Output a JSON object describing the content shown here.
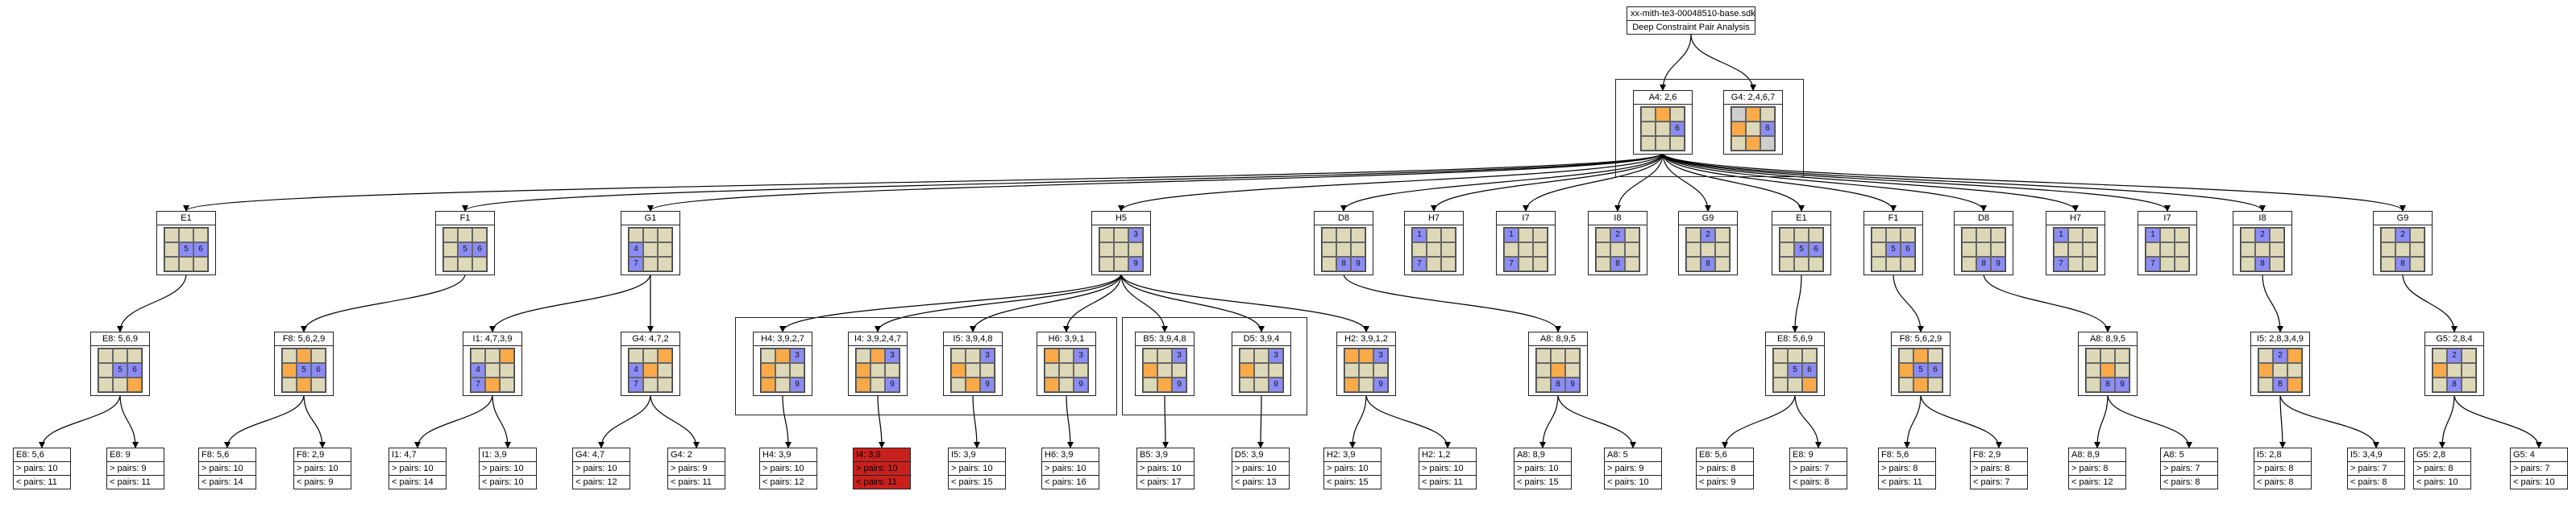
{
  "colors": {
    "tan": "#ddd8b8",
    "orange": "#fbaa4a",
    "blue": "#8c8cf7",
    "gray": "#cfcfcf",
    "red": "#c8211d"
  },
  "root": {
    "title": "xx-mith-te3-00048510-base.sdk",
    "subtitle": "Deep Constraint Pair Analysis"
  },
  "nodes": [
    {
      "id": "a4",
      "label": "A4: 2,6",
      "cells": [
        "t",
        "o",
        "t",
        "t",
        "t",
        "b:6",
        "t",
        "t",
        "t"
      ]
    },
    {
      "id": "g4t",
      "label": "G4: 2,4,6,7",
      "cells": [
        "g",
        "o",
        "t",
        "o",
        "t",
        "b:6",
        "t",
        "o",
        "g"
      ]
    },
    {
      "id": "e1a",
      "label": "E1",
      "cells": [
        "t",
        "t",
        "t",
        "t",
        "b:5",
        "b:6",
        "t",
        "t",
        "t"
      ]
    },
    {
      "id": "f1a",
      "label": "F1",
      "cells": [
        "t",
        "t",
        "t",
        "t",
        "b:5",
        "b:6",
        "t",
        "t",
        "t"
      ]
    },
    {
      "id": "g1",
      "label": "G1",
      "cells": [
        "t",
        "t",
        "t",
        "b:4",
        "t",
        "t",
        "b:7",
        "t",
        "t"
      ]
    },
    {
      "id": "h5",
      "label": "H5",
      "cells": [
        "t",
        "t",
        "b:3",
        "t",
        "t",
        "t",
        "t",
        "t",
        "b:9"
      ]
    },
    {
      "id": "d8a",
      "label": "D8",
      "cells": [
        "t",
        "t",
        "t",
        "t",
        "t",
        "t",
        "t",
        "b:8",
        "b:9"
      ]
    },
    {
      "id": "h7a",
      "label": "H7",
      "cells": [
        "b:1",
        "t",
        "t",
        "t",
        "t",
        "t",
        "b:7",
        "t",
        "t"
      ]
    },
    {
      "id": "i7a",
      "label": "I7",
      "cells": [
        "b:1",
        "t",
        "t",
        "t",
        "t",
        "t",
        "b:7",
        "t",
        "t"
      ]
    },
    {
      "id": "i8a",
      "label": "I8",
      "cells": [
        "t",
        "b:2",
        "t",
        "t",
        "t",
        "t",
        "t",
        "b:8",
        "t"
      ]
    },
    {
      "id": "g9a",
      "label": "G9",
      "cells": [
        "t",
        "b:2",
        "t",
        "t",
        "t",
        "t",
        "t",
        "b:8",
        "t"
      ]
    },
    {
      "id": "e1b",
      "label": "E1",
      "cells": [
        "t",
        "t",
        "t",
        "t",
        "b:5",
        "b:6",
        "t",
        "t",
        "t"
      ]
    },
    {
      "id": "f1b",
      "label": "F1",
      "cells": [
        "t",
        "t",
        "t",
        "t",
        "b:5",
        "b:6",
        "t",
        "t",
        "t"
      ]
    },
    {
      "id": "d8b",
      "label": "D8",
      "cells": [
        "t",
        "t",
        "t",
        "t",
        "t",
        "t",
        "t",
        "b:8",
        "b:9"
      ]
    },
    {
      "id": "h7b",
      "label": "H7",
      "cells": [
        "b:1",
        "t",
        "t",
        "t",
        "t",
        "t",
        "b:7",
        "t",
        "t"
      ]
    },
    {
      "id": "i7b",
      "label": "I7",
      "cells": [
        "b:1",
        "t",
        "t",
        "t",
        "t",
        "t",
        "b:7",
        "t",
        "t"
      ]
    },
    {
      "id": "i8b",
      "label": "I8",
      "cells": [
        "t",
        "b:2",
        "t",
        "t",
        "t",
        "t",
        "t",
        "b:8",
        "t"
      ]
    },
    {
      "id": "g9b",
      "label": "G9",
      "cells": [
        "t",
        "b:2",
        "t",
        "t",
        "t",
        "t",
        "t",
        "b:8",
        "t"
      ]
    },
    {
      "id": "e8a",
      "label": "E8: 5,6,9",
      "cells": [
        "t",
        "t",
        "t",
        "t",
        "b:5",
        "b:6",
        "t",
        "t",
        "o"
      ]
    },
    {
      "id": "f8a",
      "label": "F8: 5,6,2,9",
      "cells": [
        "t",
        "o",
        "t",
        "o",
        "b:5",
        "b:6",
        "t",
        "o",
        "t"
      ]
    },
    {
      "id": "i1",
      "label": "I1: 4,7,3,9",
      "cells": [
        "t",
        "t",
        "o",
        "b:4",
        "t",
        "t",
        "b:7",
        "o",
        "t"
      ]
    },
    {
      "id": "g4",
      "label": "G4: 4,7,2",
      "cells": [
        "t",
        "t",
        "o",
        "b:4",
        "o",
        "t",
        "b:7",
        "t",
        "t"
      ]
    },
    {
      "id": "h4",
      "label": "H4: 3,9,2,7",
      "cells": [
        "t",
        "o",
        "b:3",
        "o",
        "t",
        "t",
        "o",
        "t",
        "b:9"
      ]
    },
    {
      "id": "i4",
      "label": "I4: 3,9,2,4,7",
      "cells": [
        "t",
        "o",
        "b:3",
        "o",
        "t",
        "t",
        "o",
        "t",
        "b:9"
      ]
    },
    {
      "id": "i5",
      "label": "I5: 3,9,4,8",
      "cells": [
        "t",
        "t",
        "b:3",
        "o",
        "t",
        "t",
        "t",
        "o",
        "b:9"
      ]
    },
    {
      "id": "h6",
      "label": "H6: 3,9,1",
      "cells": [
        "o",
        "t",
        "b:3",
        "t",
        "t",
        "t",
        "o",
        "t",
        "b:9"
      ]
    },
    {
      "id": "b5",
      "label": "B5: 3,9,4,8",
      "cells": [
        "t",
        "t",
        "b:3",
        "o",
        "t",
        "t",
        "t",
        "o",
        "b:9"
      ]
    },
    {
      "id": "d5",
      "label": "D5: 3,9,4",
      "cells": [
        "t",
        "t",
        "b:3",
        "o",
        "t",
        "t",
        "t",
        "t",
        "b:9"
      ]
    },
    {
      "id": "h2",
      "label": "H2: 3,9,1,2",
      "cells": [
        "o",
        "o",
        "b:3",
        "t",
        "t",
        "t",
        "o",
        "t",
        "b:9"
      ]
    },
    {
      "id": "a8a",
      "label": "A8: 8,9,5",
      "cells": [
        "t",
        "t",
        "t",
        "t",
        "o",
        "t",
        "t",
        "b:8",
        "b:9"
      ]
    },
    {
      "id": "e8b",
      "label": "E8: 5,6,9",
      "cells": [
        "t",
        "t",
        "t",
        "t",
        "b:5",
        "b:6",
        "t",
        "t",
        "o"
      ]
    },
    {
      "id": "f8b",
      "label": "F8: 5,6,2,9",
      "cells": [
        "t",
        "o",
        "t",
        "o",
        "b:5",
        "b:6",
        "t",
        "o",
        "t"
      ]
    },
    {
      "id": "a8b",
      "label": "A8: 8,9,5",
      "cells": [
        "t",
        "t",
        "t",
        "t",
        "o",
        "t",
        "t",
        "b:8",
        "b:9"
      ]
    },
    {
      "id": "i5b",
      "label": "I5: 2,8,3,4,9",
      "cells": [
        "t",
        "b:2",
        "o",
        "o",
        "t",
        "t",
        "t",
        "b:8",
        "o"
      ]
    },
    {
      "id": "g5",
      "label": "G5: 2,8,4",
      "cells": [
        "t",
        "b:2",
        "t",
        "o",
        "t",
        "t",
        "t",
        "b:8",
        "t"
      ]
    }
  ],
  "leaves": [
    {
      "id": "l1",
      "title": "E8: 5,6",
      "gt": "> pairs: 10",
      "lt": "< pairs: 11"
    },
    {
      "id": "l2",
      "title": "E8: 9",
      "gt": "> pairs: 9",
      "lt": "< pairs: 11"
    },
    {
      "id": "l3",
      "title": "F8: 5,6",
      "gt": "> pairs: 10",
      "lt": "< pairs: 14"
    },
    {
      "id": "l4",
      "title": "F8: 2,9",
      "gt": "> pairs: 10",
      "lt": "< pairs: 9"
    },
    {
      "id": "l5",
      "title": "I1: 4,7",
      "gt": "> pairs: 10",
      "lt": "< pairs: 14"
    },
    {
      "id": "l6",
      "title": "I1: 3,9",
      "gt": "> pairs: 10",
      "lt": "< pairs: 10"
    },
    {
      "id": "l7",
      "title": "G4: 4,7",
      "gt": "> pairs: 10",
      "lt": "< pairs: 12"
    },
    {
      "id": "l8",
      "title": "G4: 2",
      "gt": "> pairs: 9",
      "lt": "< pairs: 11"
    },
    {
      "id": "l9",
      "title": "H4: 3,9",
      "gt": "> pairs: 10",
      "lt": "< pairs: 12"
    },
    {
      "id": "l10",
      "title": "I4: 3,9",
      "gt": "> pairs: 10",
      "lt": "< pairs: 11"
    },
    {
      "id": "l11",
      "title": "I5: 3,9",
      "gt": "> pairs: 10",
      "lt": "< pairs: 15"
    },
    {
      "id": "l12",
      "title": "H6: 3,9",
      "gt": "> pairs: 10",
      "lt": "< pairs: 16"
    },
    {
      "id": "l13",
      "title": "B5: 3,9",
      "gt": "> pairs: 10",
      "lt": "< pairs: 17"
    },
    {
      "id": "l14",
      "title": "D5: 3,9",
      "gt": "> pairs: 10",
      "lt": "< pairs: 13"
    },
    {
      "id": "l15",
      "title": "H2: 3,9",
      "gt": "> pairs: 10",
      "lt": "< pairs: 15"
    },
    {
      "id": "l16",
      "title": "H2: 1,2",
      "gt": "> pairs: 10",
      "lt": "< pairs: 11"
    },
    {
      "id": "l17",
      "title": "A8: 8,9",
      "gt": "> pairs: 10",
      "lt": "< pairs: 15"
    },
    {
      "id": "l18",
      "title": "A8: 5",
      "gt": "> pairs: 9",
      "lt": "< pairs: 10"
    },
    {
      "id": "l19",
      "title": "E8: 5,6",
      "gt": "> pairs: 8",
      "lt": "< pairs: 9"
    },
    {
      "id": "l20",
      "title": "E8: 9",
      "gt": "> pairs: 7",
      "lt": "< pairs: 8"
    },
    {
      "id": "l21",
      "title": "F8: 5,6",
      "gt": "> pairs: 8",
      "lt": "< pairs: 11"
    },
    {
      "id": "l22",
      "title": "F8: 2,9",
      "gt": "> pairs: 8",
      "lt": "< pairs: 7"
    },
    {
      "id": "l23",
      "title": "A8: 8,9",
      "gt": "> pairs: 8",
      "lt": "< pairs: 12"
    },
    {
      "id": "l24",
      "title": "A8: 5",
      "gt": "> pairs: 7",
      "lt": "< pairs: 8"
    },
    {
      "id": "l25",
      "title": "I5: 2,8",
      "gt": "> pairs: 8",
      "lt": "< pairs: 8"
    },
    {
      "id": "l26",
      "title": "I5: 3,4,9",
      "gt": "> pairs: 7",
      "lt": "< pairs: 8"
    },
    {
      "id": "l27",
      "title": "G5: 2,8",
      "gt": "> pairs: 8",
      "lt": "< pairs: 10"
    },
    {
      "id": "l28",
      "title": "G5: 4",
      "gt": "> pairs: 7",
      "lt": "< pairs: 10"
    }
  ]
}
